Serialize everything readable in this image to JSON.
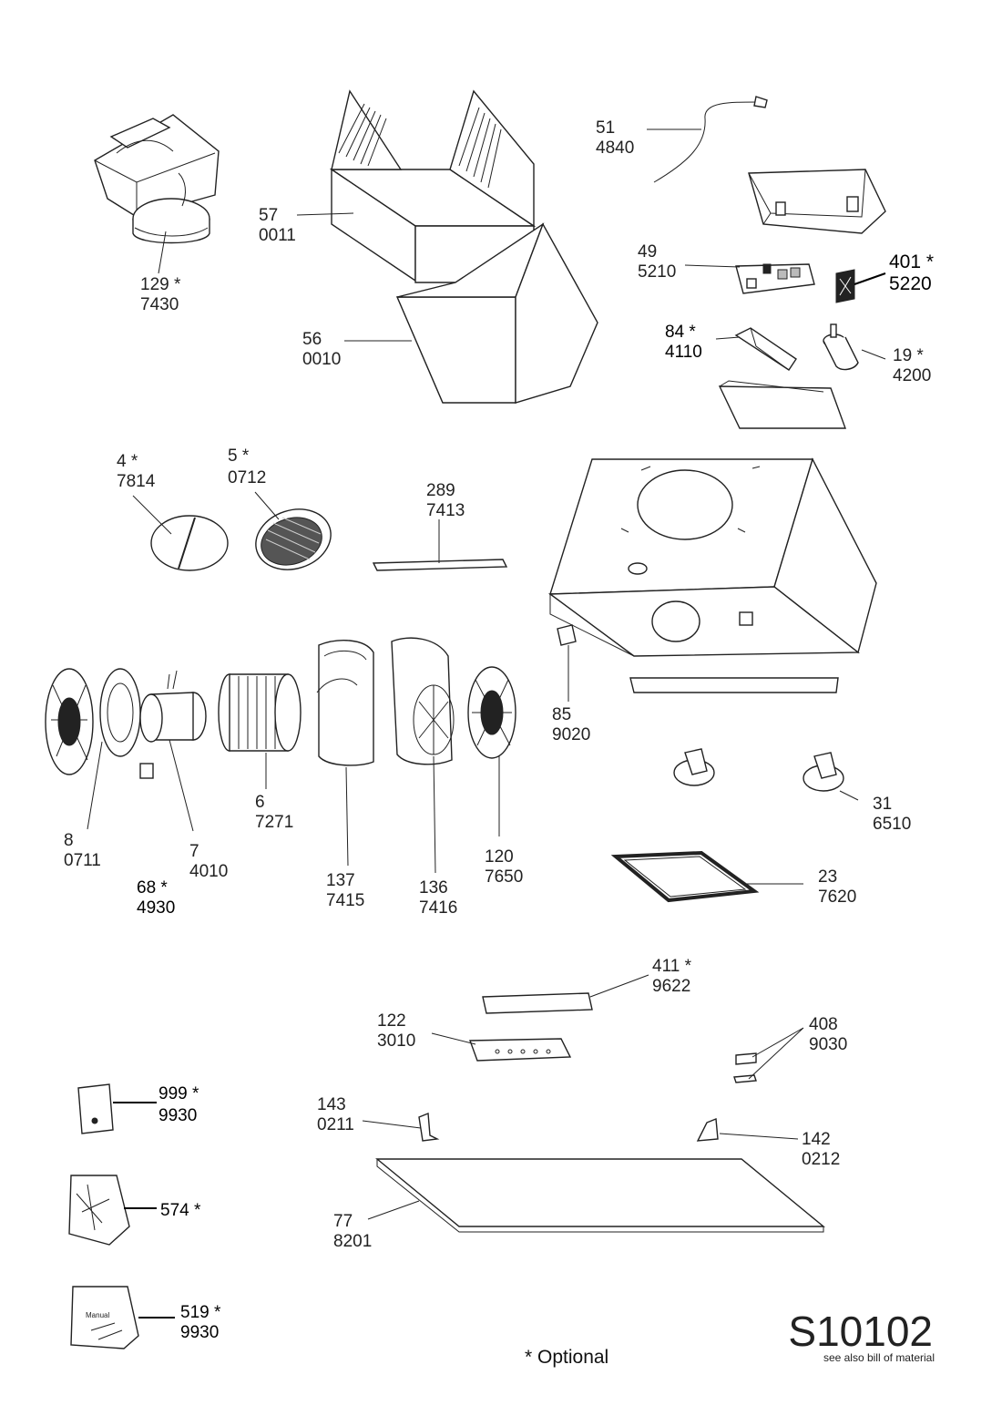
{
  "parts": [
    {
      "id": "p51",
      "num": "51",
      "code": "4840"
    },
    {
      "id": "p57",
      "num": "57",
      "code": "0011"
    },
    {
      "id": "p129",
      "num": "129 *",
      "code": "7430"
    },
    {
      "id": "p49",
      "num": "49",
      "code": "5210"
    },
    {
      "id": "p401",
      "num": "401  *",
      "code": "5220"
    },
    {
      "id": "p56",
      "num": "56",
      "code": "0010"
    },
    {
      "id": "p84",
      "num": "84 *",
      "code": "4110"
    },
    {
      "id": "p19",
      "num": "19 *",
      "code": "4200"
    },
    {
      "id": "p4",
      "num": "4 *",
      "code": "7814"
    },
    {
      "id": "p5",
      "num": "5 *",
      "code": "0712"
    },
    {
      "id": "p289",
      "num": "289",
      "code": "7413"
    },
    {
      "id": "p85",
      "num": "85",
      "code": "9020"
    },
    {
      "id": "p6",
      "num": "6",
      "code": "7271"
    },
    {
      "id": "p31",
      "num": "31",
      "code": "6510"
    },
    {
      "id": "p8",
      "num": "8",
      "code": "0711"
    },
    {
      "id": "p7",
      "num": "7",
      "code": "4010"
    },
    {
      "id": "p68",
      "num": "68 *",
      "code": "4930"
    },
    {
      "id": "p120",
      "num": "120",
      "code": "7650"
    },
    {
      "id": "p137",
      "num": "137",
      "code": "7415"
    },
    {
      "id": "p136",
      "num": "136",
      "code": "7416"
    },
    {
      "id": "p23",
      "num": "23",
      "code": "7620"
    },
    {
      "id": "p411",
      "num": "411 *",
      "code": "9622"
    },
    {
      "id": "p122",
      "num": "122",
      "code": "3010"
    },
    {
      "id": "p408",
      "num": "408",
      "code": "9030"
    },
    {
      "id": "p999",
      "num": "999 *",
      "code": "9930"
    },
    {
      "id": "p143",
      "num": "143",
      "code": "0211"
    },
    {
      "id": "p142",
      "num": "142",
      "code": "0212"
    },
    {
      "id": "p574",
      "num": "574 *",
      "code": ""
    },
    {
      "id": "p77",
      "num": "77",
      "code": "8201"
    },
    {
      "id": "p519",
      "num": "519 *",
      "code": "9930"
    }
  ],
  "kit_labels": {
    "manual_bag": "Manual"
  },
  "footer": {
    "model": "S10102",
    "see_also": "see also bill of material",
    "optional_note": "* Optional"
  }
}
